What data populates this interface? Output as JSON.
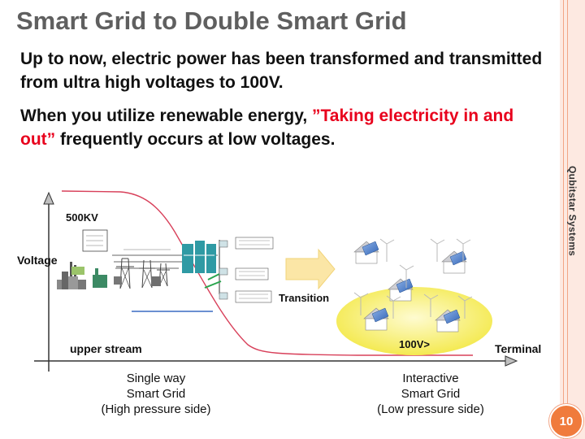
{
  "slide": {
    "title": "Smart Grid to Double Smart Grid",
    "para1": "Up to now, electric power has been transformed and transmitted from ultra high voltages to 100V.",
    "para2_prefix": "When you utilize renewable energy, ",
    "para2_highlight": "”Taking electricity in and out”",
    "para2_suffix": " frequently occurs at low voltages.",
    "brand": "Qubitstar Systems",
    "page_number": "10"
  },
  "diagram": {
    "voltage_top": "500KV",
    "y_axis_label": "Voltage",
    "transition_label": "Transition",
    "upper_stream_label": "upper stream",
    "terminal_label": "Terminal",
    "low_voltage_label": "100V>",
    "left_caption": [
      "Single way",
      "Smart Grid",
      "(High pressure side)"
    ],
    "right_caption": [
      "Interactive",
      "Smart Grid",
      "(Low pressure side)"
    ],
    "colors": {
      "curve": "#d8405a",
      "axis": "#333333",
      "axis_arrow_fill": "#bfbfbf",
      "ellipse": "#f5ec5a",
      "transition_arrow": "#fbe6a6"
    }
  }
}
